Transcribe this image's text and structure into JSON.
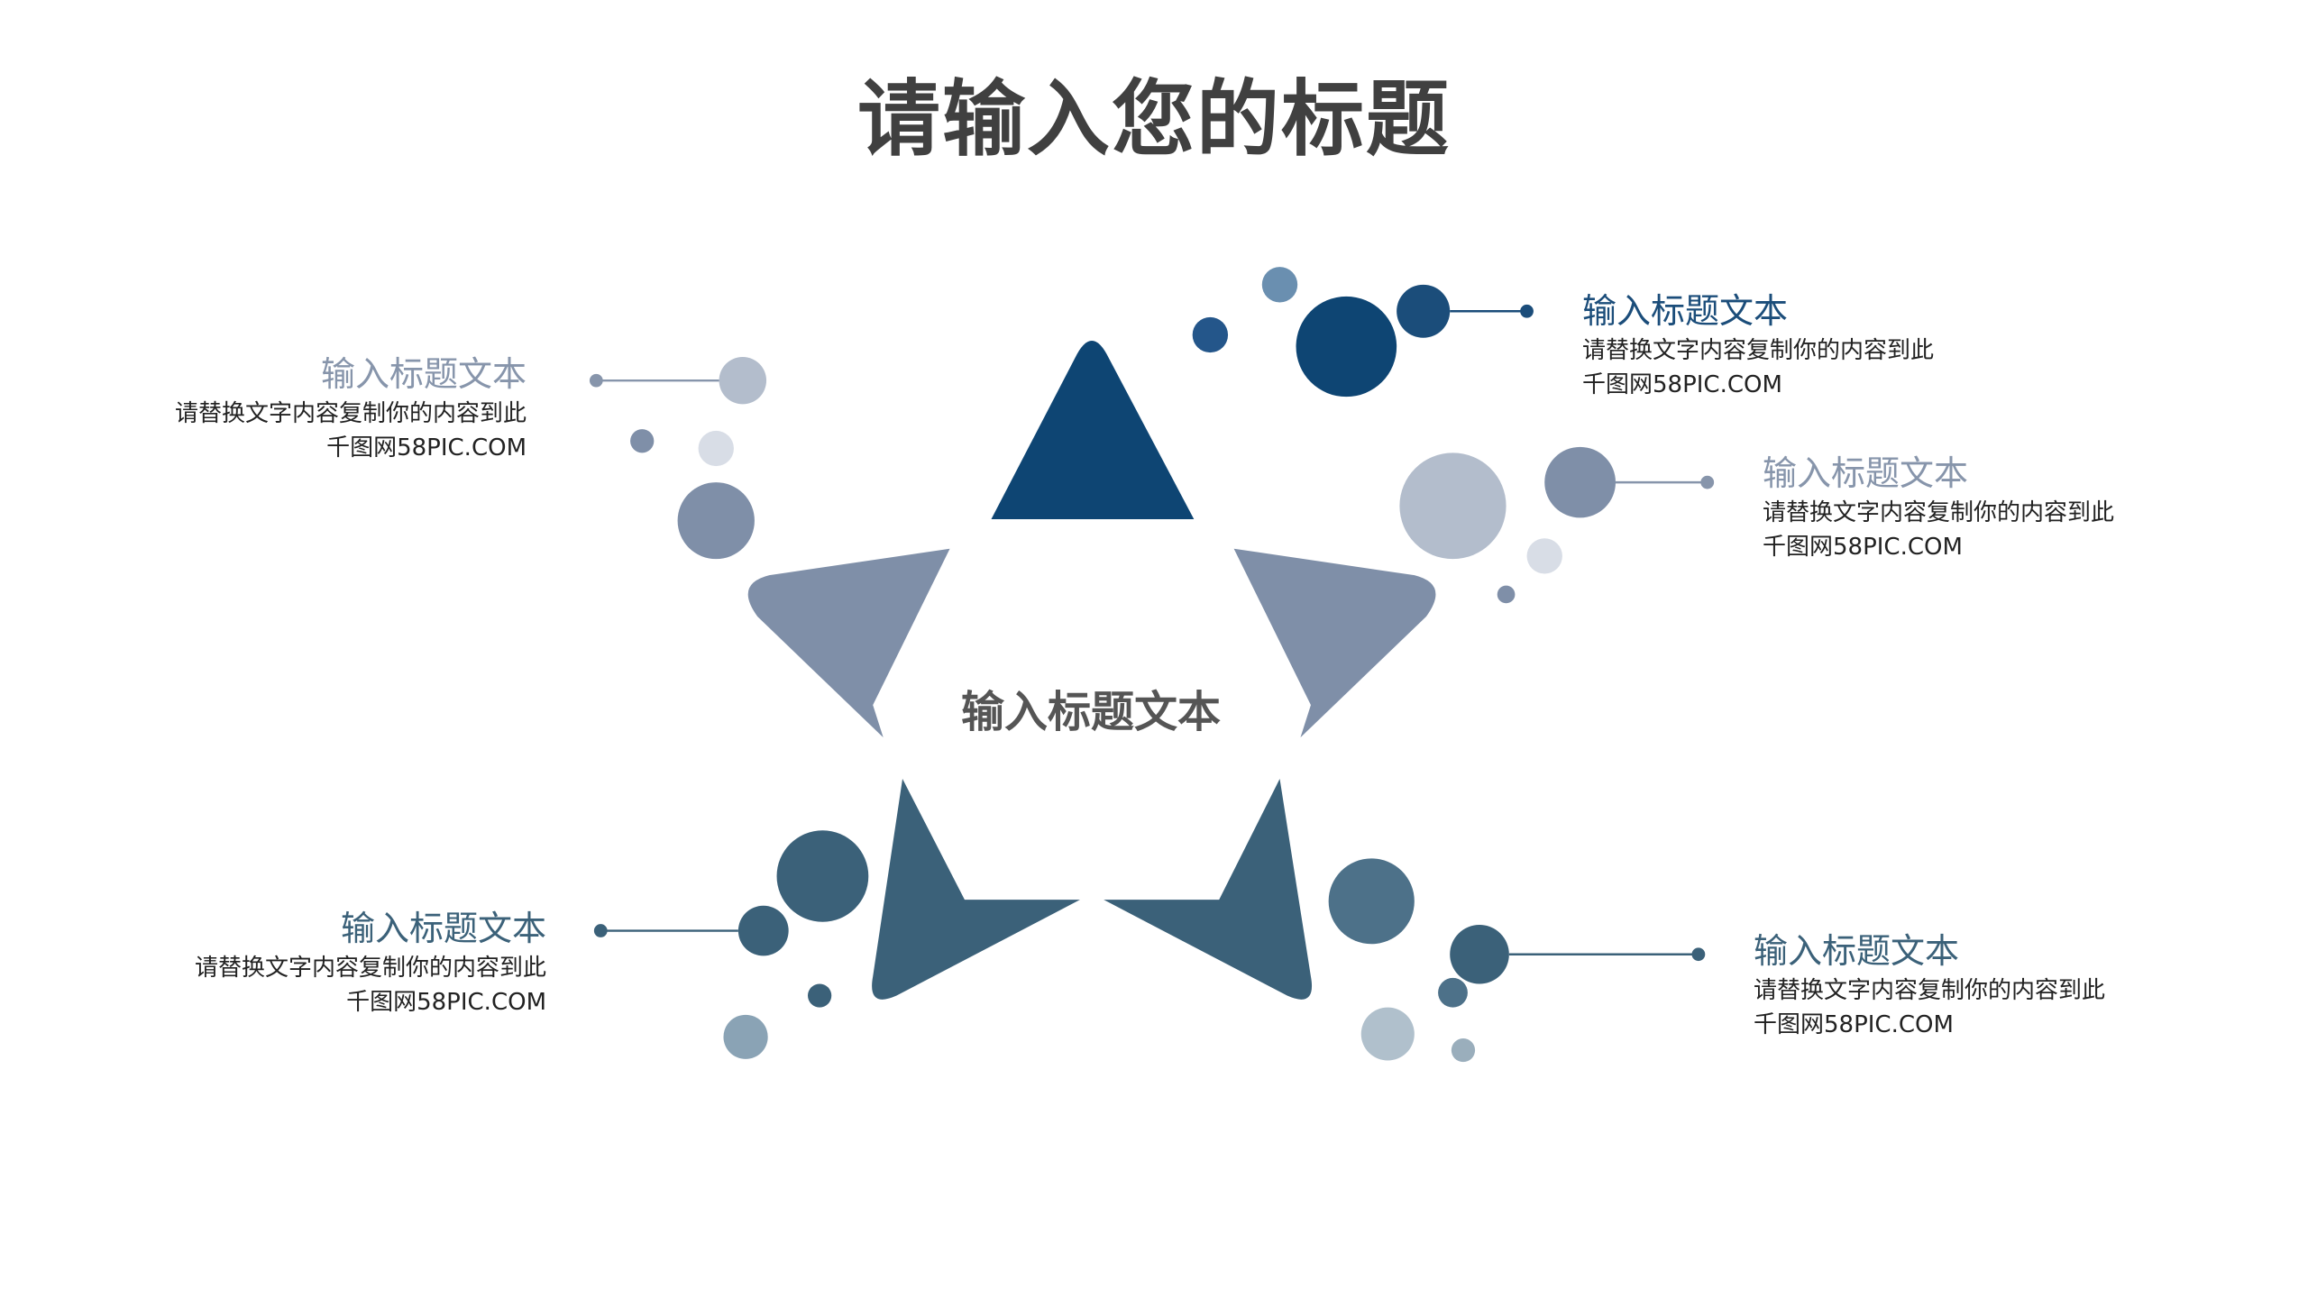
{
  "title": "请输入您的标题",
  "center_label": "输入标题文本",
  "colors": {
    "navy": "#0e4573",
    "slate": "#7f8fa8",
    "teal": "#3b6179",
    "light": "#b3bdcc",
    "pale": "#d8dde6",
    "text": "#222222"
  },
  "items": [
    {
      "heading": "输入标题文本",
      "desc1": "请替换文字内容复制你的内容到此",
      "desc2": "千图网58PIC.COM",
      "color": "#8795ab"
    },
    {
      "heading": "输入标题文本",
      "desc1": "请替换文字内容复制你的内容到此",
      "desc2": "千图网58PIC.COM",
      "color": "#1b4d7a"
    },
    {
      "heading": "输入标题文本",
      "desc1": "请替换文字内容复制你的内容到此",
      "desc2": "千图网58PIC.COM",
      "color": "#8795ab"
    },
    {
      "heading": "输入标题文本",
      "desc1": "请替换文字内容复制你的内容到此",
      "desc2": "千图网58PIC.COM",
      "color": "#3b6179"
    },
    {
      "heading": "输入标题文本",
      "desc1": "请替换文字内容复制你的内容到此",
      "desc2": "千图网58PIC.COM",
      "color": "#3b6179"
    }
  ]
}
